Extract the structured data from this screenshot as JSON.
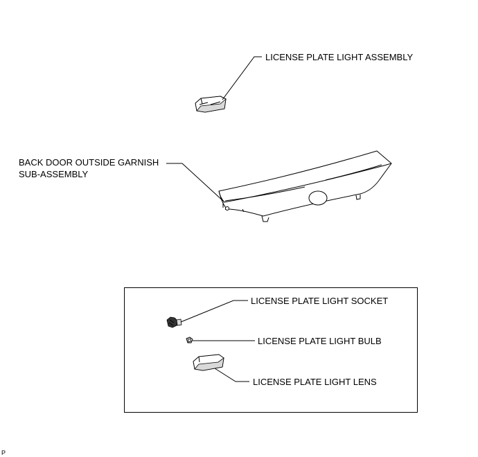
{
  "labels": {
    "license_plate_light_assembly": "LICENSE PLATE LIGHT ASSEMBLY",
    "back_door_garnish_line1": "BACK DOOR OUTSIDE GARNISH",
    "back_door_garnish_line2": "SUB-ASSEMBLY",
    "license_plate_light_socket": "LICENSE PLATE LIGHT SOCKET",
    "license_plate_light_bulb": "LICENSE PLATE LIGHT BULB",
    "license_plate_light_lens": "LICENSE PLATE LIGHT LENS"
  },
  "corner_mark": "P"
}
